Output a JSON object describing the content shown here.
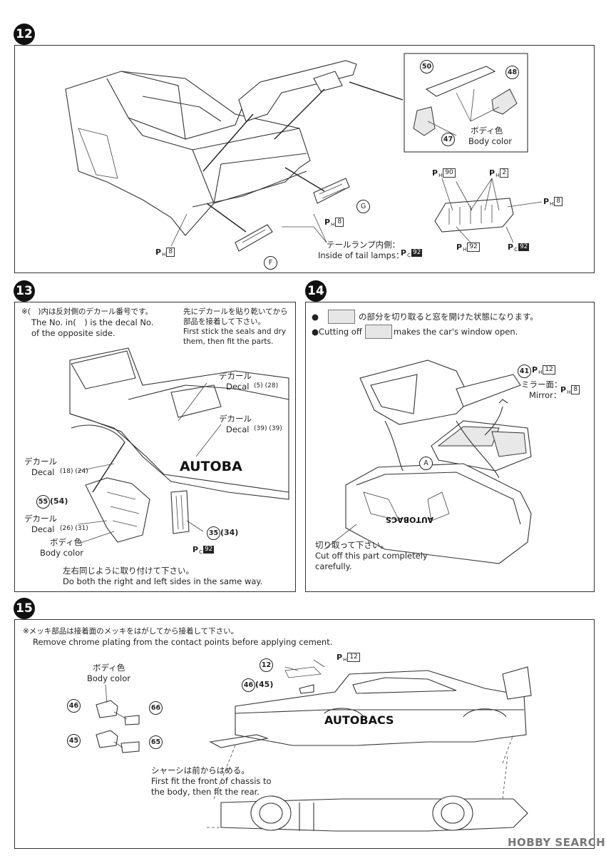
{
  "steps": {
    "s12": "12",
    "s13": "13",
    "s14": "14",
    "s15": "15"
  },
  "step12": {
    "parts": {
      "p50": "50",
      "p48": "48",
      "p47": "47",
      "g": "G",
      "f": "F"
    },
    "body_color_jp": "ボディ色",
    "body_color_en": "Body color",
    "tail_lamp_jp": "テールランプ内側：",
    "tail_lamp_en": "Inside of tail lamps：",
    "refs": {
      "ph8_a": "8",
      "ph8_b": "8",
      "ph8_c": "8",
      "ph90": "90",
      "ph2": "2",
      "ph92": "92",
      "pc92_a": "92",
      "pc92_b": "92"
    }
  },
  "step13": {
    "note_jp": "※(　)内は反対側のデカール番号です。",
    "note_en1": "The No. in(　) is the decal No.",
    "note_en2": "of the opposite side.",
    "stick_jp1": "先にデカールを貼り乾いてから",
    "stick_jp2": "部品を接着して下さい。",
    "stick_en1": "First stick the seals and dry",
    "stick_en2": "them, then fit the parts.",
    "decal_jp": "デカール",
    "decal_en": "Decal",
    "decals": {
      "d5": "5",
      "d28": "(28)",
      "d39": "39",
      "d39b": "(39)",
      "d18": "18",
      "d24": "(24)",
      "d26": "26",
      "d31": "(31)"
    },
    "parts": {
      "p55": "55",
      "p54": "54",
      "p35": "35",
      "p34": "34"
    },
    "autobacs": "AUTOBA",
    "body_color_jp": "ボディ色",
    "body_color_en": "Body color",
    "pc92": "92",
    "same_jp": "左右同じように取り付けて下さい。",
    "same_en": "Do both the right and left sides in the same way."
  },
  "step14": {
    "line1_jp": "の部分を切り取ると窓を開けた状態になります。",
    "line2_en_a": "●Cutting off",
    "line2_en_b": "makes the car's window open.",
    "bullet": "●",
    "part41": "41",
    "ph12": "12",
    "mirror_jp": "ミラー面：",
    "mirror_en": "Mirror：",
    "ph8": "8",
    "label_a": "A",
    "decal_text": "AUTOBACS",
    "cut_jp": "切り取って下さい。",
    "cut_en1": "Cut off this part completely",
    "cut_en2": "carefully."
  },
  "step15": {
    "note_jp": "※メッキ部品は接着面のメッキをはがしてから接着して下さい。",
    "note_en": "Remove chrome plating from the contact points before applying cement.",
    "body_color_jp": "ボディ色",
    "body_color_en": "Body color",
    "parts": {
      "p46": "46",
      "p66": "66",
      "p45": "45",
      "p65": "65",
      "p12": "12",
      "p46b": "46",
      "p45b": "45"
    },
    "ph12": "12",
    "autobacs": "AUTOBACS",
    "chassis_jp": "シャーシは前からはめる。",
    "chassis_en1": "First fit the front of chassis to",
    "chassis_en2": "the body, then fit the rear."
  },
  "watermark": "HOBBY SEARCH"
}
